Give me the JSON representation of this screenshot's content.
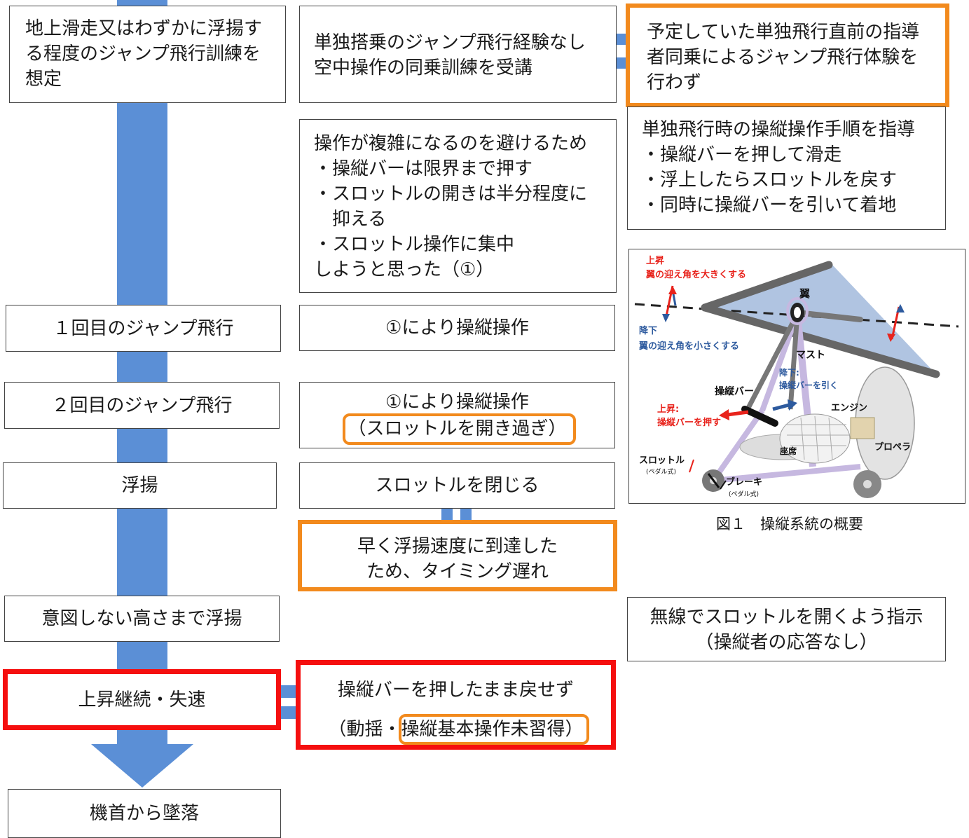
{
  "left_column": {
    "b1": "地上滑走又はわずかに浮揚す\nる程度のジャンプ飛行訓練を\n想定",
    "b2": "１回目のジャンプ飛行",
    "b3": "２回目のジャンプ飛行",
    "b4": "浮揚",
    "b5": "意図しない高さまで浮揚",
    "b6": "上昇継続・失速",
    "b7": "機首から墜落"
  },
  "middle_column": {
    "m1": "単独搭乗のジャンプ飛行経験なし\n空中操作の同乗訓練を受講",
    "m2": "操作が複雑になるのを避けるため\n・操縦バーは限界まで押す\n・スロットルの開きは半分程度に\n　抑える\n・スロットル操作に集中\nしようと思った（①）",
    "m3": "①により操縦操作",
    "m4_line1": "①により操縦操作",
    "m4_line2": "（スロットルを開き過ぎ）",
    "m5": "スロットルを閉じる",
    "m6": "早く浮揚速度に到達した\nため、タイミング遅れ",
    "m7_line1": "操縦バーを押したまま戻せず",
    "m7_line2_prefix": "（動揺・",
    "m7_line2_highlight": "操縦基本操作未習得",
    "m7_line2_suffix": "）"
  },
  "right_column": {
    "r1": "予定していた単独飛行直前の指導\n者同乗によるジャンプ飛行体験を\n行わず",
    "r2": "単独飛行時の操縦操作手順を指導\n・操縦バーを押して滑走\n・浮上したらスロットルを戻す\n・同時に操縦バーを引いて着地",
    "r3": "無線でスロットルを開くよう指示\n（操縦者の応答なし）"
  },
  "figure": {
    "caption": "図１　操縦系統の概要",
    "labels": {
      "up": "上昇",
      "up_desc": "翼の迎え角を大きくする",
      "down": "降下",
      "down_desc": "翼の迎え角を小さくする",
      "wing": "翼",
      "mast": "マスト",
      "bar_down": "降下:",
      "bar_down_desc": "操縦バーを引く",
      "control_bar": "操縦バー",
      "bar_up": "上昇:",
      "bar_up_desc": "操縦バーを押す",
      "engine": "エンジン",
      "seat": "座席",
      "propeller": "プロペラ",
      "throttle": "スロットル",
      "throttle_type": "(ペダル式)",
      "brake": "ブレーキ",
      "brake_type": "(ペダル式)"
    }
  },
  "colors": {
    "flow_arrow": "#5b8fd6",
    "orange_highlight": "#f28a1d",
    "red_highlight": "#f50f0f",
    "label_red": "#e8231c",
    "label_blue": "#2d5a9e"
  }
}
